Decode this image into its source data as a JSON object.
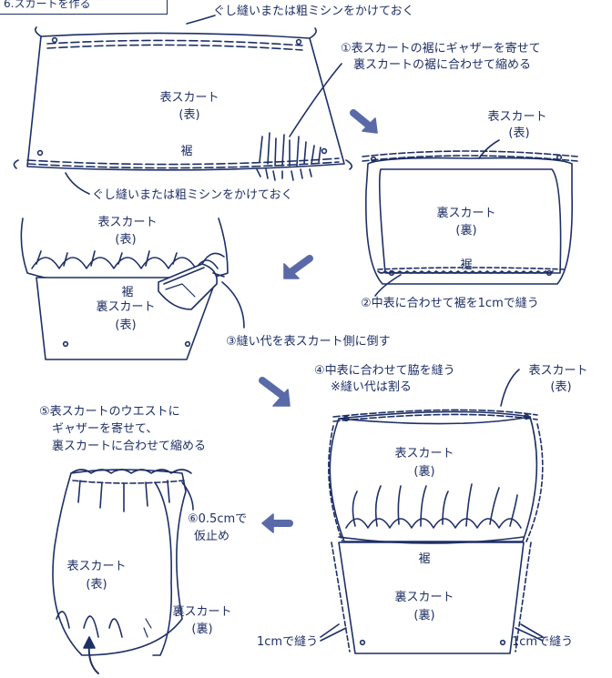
{
  "header": {
    "title": "6.スカートを作る"
  },
  "colors": {
    "ink": "#1e2f66",
    "arrow": "#5a6aa8",
    "paper": "#ffffff"
  },
  "step1": {
    "top_note": "ぐし縫いまたは粗ミシンをかけておく",
    "instruction_line1": "①表スカートの裾にギャザーを寄せて",
    "instruction_line2": "裏スカートの裾に合わせて縮める",
    "label_main": "表スカート",
    "label_sub": "(表)",
    "hem_label": "裾",
    "bottom_note": "ぐし縫いまたは粗ミシンをかけておく"
  },
  "step2": {
    "outer_label": "表スカート",
    "outer_sub": "(表)",
    "label_main": "裏スカート",
    "label_sub": "(裏)",
    "hem_label": "裾",
    "instruction": "②中表に合わせて裾を1cmで縫う"
  },
  "step3": {
    "outer_label": "表スカート",
    "outer_sub": "(表)",
    "hem_label": "裾",
    "label_main": "裏スカート",
    "label_sub": "(表)",
    "instruction": "③縫い代を表スカート側に倒す"
  },
  "step4": {
    "instruction_line1": "④中表に合わせて脇を縫う",
    "instruction_line2": "※縫い代は割る",
    "outer_label": "表スカート",
    "outer_sub": "(表)",
    "label_main": "表スカート",
    "label_sub": "(裏)",
    "hem_label": "裾",
    "lining_main": "裏スカート",
    "lining_sub": "(裏)",
    "side_left": "1cmで縫う",
    "side_right": "1cmで縫う"
  },
  "step5": {
    "line1": "⑤表スカートのウエストに",
    "line2": "ギャザーを寄せて、",
    "line3": "裏スカートに合わせて縮める"
  },
  "step6": {
    "line1": "⑥0.5cmで",
    "line2": "仮止め",
    "label_main": "表スカート",
    "label_sub": "(表)",
    "lining_main": "裏スカート",
    "lining_sub": "(裏)"
  }
}
